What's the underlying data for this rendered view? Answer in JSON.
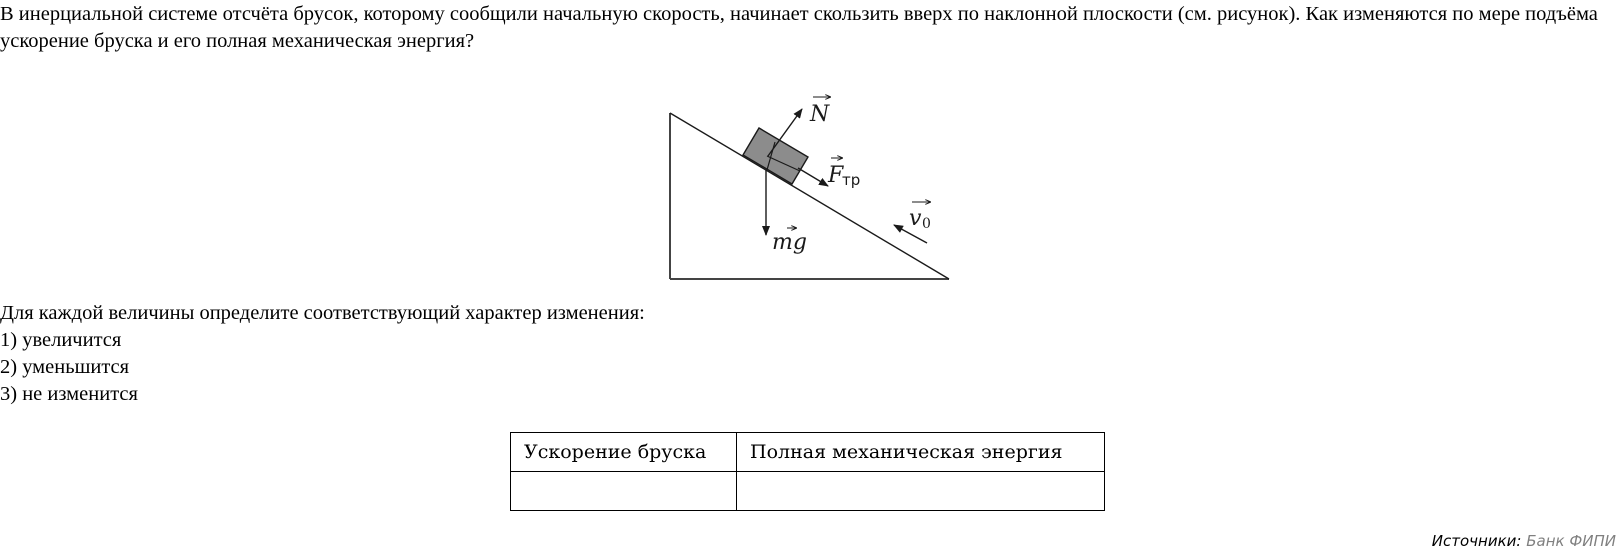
{
  "question": {
    "text": "В инерциальной системе отсчёта брусок, которому сообщили начальную скорость, начинает скользить вверх по наклонной плоскости (см. рисунок). Как изменяются по мере подъёма ускорение бруска и его полная механическая энергия?"
  },
  "figure": {
    "labels": {
      "normal_force": "N",
      "friction_force": "F",
      "friction_subscript": "тр",
      "gravity": "mg",
      "velocity": "v",
      "velocity_subscript": "0"
    },
    "colors": {
      "block_fill": "#8c8c8c",
      "stroke": "#1a1a1a"
    }
  },
  "instructions": {
    "prompt": "Для каждой величины определите соответствующий характер изменения:",
    "options": [
      "1) увеличится",
      "2) уменьшится",
      "3) не изменится"
    ]
  },
  "answer_table": {
    "headers": [
      "Ускорение бруска",
      "Полная механическая энергия"
    ],
    "values": [
      "",
      ""
    ]
  },
  "source": {
    "label": "Источники:",
    "value": "Банк ФИПИ"
  }
}
